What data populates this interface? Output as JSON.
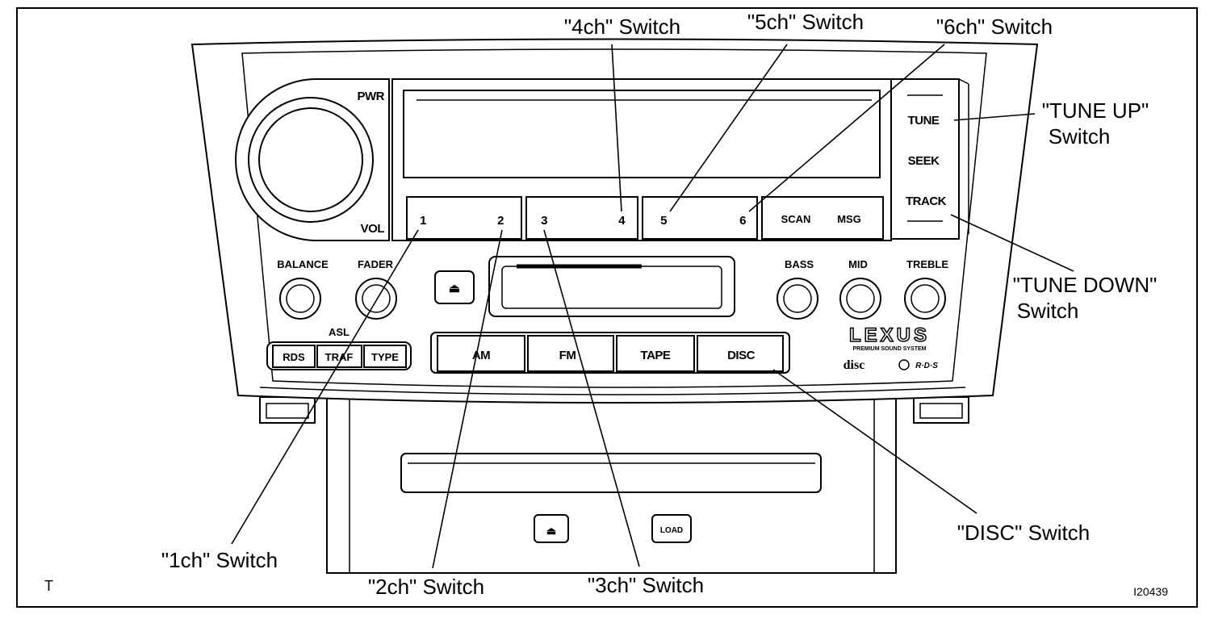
{
  "callouts": {
    "ch1": "\"1ch\" Switch",
    "ch2": "\"2ch\" Switch",
    "ch3": "\"3ch\" Switch",
    "ch4": "\"4ch\" Switch",
    "ch5": "\"5ch\" Switch",
    "ch6": "\"6ch\" Switch",
    "tune_up_line1": "\"TUNE UP\"",
    "tune_up_line2": "Switch",
    "tune_down_line1": "\"TUNE DOWN\"",
    "tune_down_line2": "Switch",
    "disc": "\"DISC\" Switch"
  },
  "panel": {
    "pwr": "PWR",
    "vol": "VOL",
    "presets": [
      "1",
      "2",
      "3",
      "4",
      "5",
      "6"
    ],
    "scan": "SCAN",
    "msg": "MSG",
    "tune": "TUNE",
    "seek": "SEEK",
    "track": "TRACK",
    "balance": "BALANCE",
    "fader": "FADER",
    "bass": "BASS",
    "mid": "MID",
    "treble": "TREBLE",
    "asl": "ASL",
    "rds": "RDS",
    "traf": "TRAF",
    "type": "TYPE",
    "am": "AM",
    "fm": "FM",
    "tape": "TAPE",
    "disc_btn": "DISC",
    "eject_symbol": "⏏",
    "brand": "LEXUS",
    "brand_sub": "PREMIUM SOUND SYSTEM",
    "disc_logo": "disc",
    "rds_logo": "R·D·S",
    "load": "LOAD"
  },
  "corner_left": "T",
  "figure_id": "I20439"
}
